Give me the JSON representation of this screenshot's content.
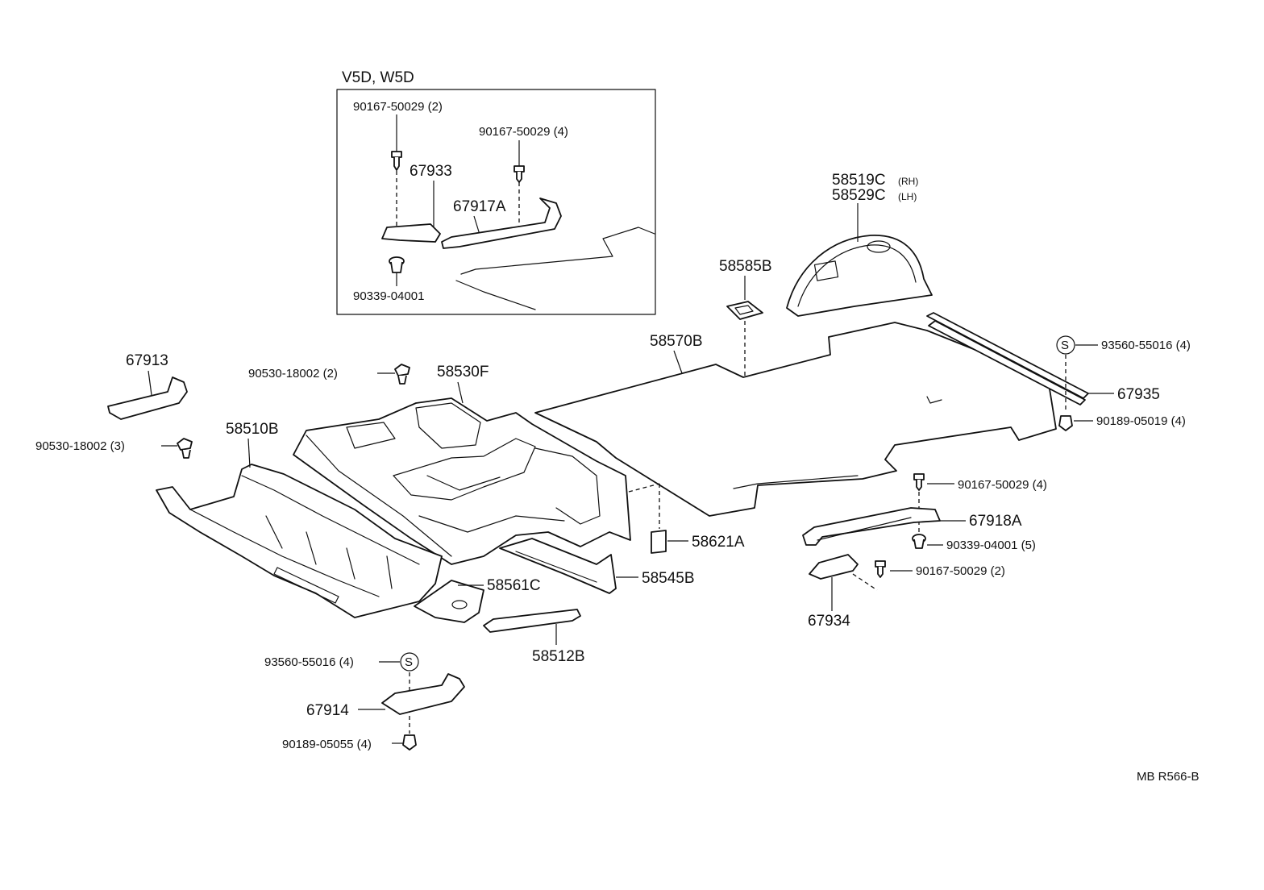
{
  "inset": {
    "title": "V5D, W5D",
    "labels": {
      "bolt_a": "90167-50029 (2)",
      "bolt_b": "90167-50029 (4)",
      "p67933": "67933",
      "p67917a": "67917A",
      "clip": "90339-04001"
    }
  },
  "labels": {
    "p58519c": "58519C",
    "rh": "(RH)",
    "p58529c": "58529C",
    "lh": "(LH)",
    "p58585b": "58585B",
    "p58570b": "58570B",
    "s1": "S",
    "p93560_r": "93560-55016 (4)",
    "p67935": "67935",
    "p90189_r": "90189-05019 (4)",
    "p67913": "67913",
    "p90530_a": "90530-18002 (2)",
    "p58530f": "58530F",
    "p58510b": "58510B",
    "p90530_b": "90530-18002 (3)",
    "p90167_r1": "90167-50029 (4)",
    "p67918a": "67918A",
    "p90339_r": "90339-04001 (5)",
    "p58621a": "58621A",
    "p90167_r2": "90167-50029 (2)",
    "p58545b": "58545B",
    "p58561c": "58561C",
    "p67934": "67934",
    "p58512b": "58512B",
    "s2": "S",
    "p93560_l": "93560-55016 (4)",
    "p67914": "67914",
    "p90189_l": "90189-05055 (4)",
    "ref": "MB R566-B"
  }
}
